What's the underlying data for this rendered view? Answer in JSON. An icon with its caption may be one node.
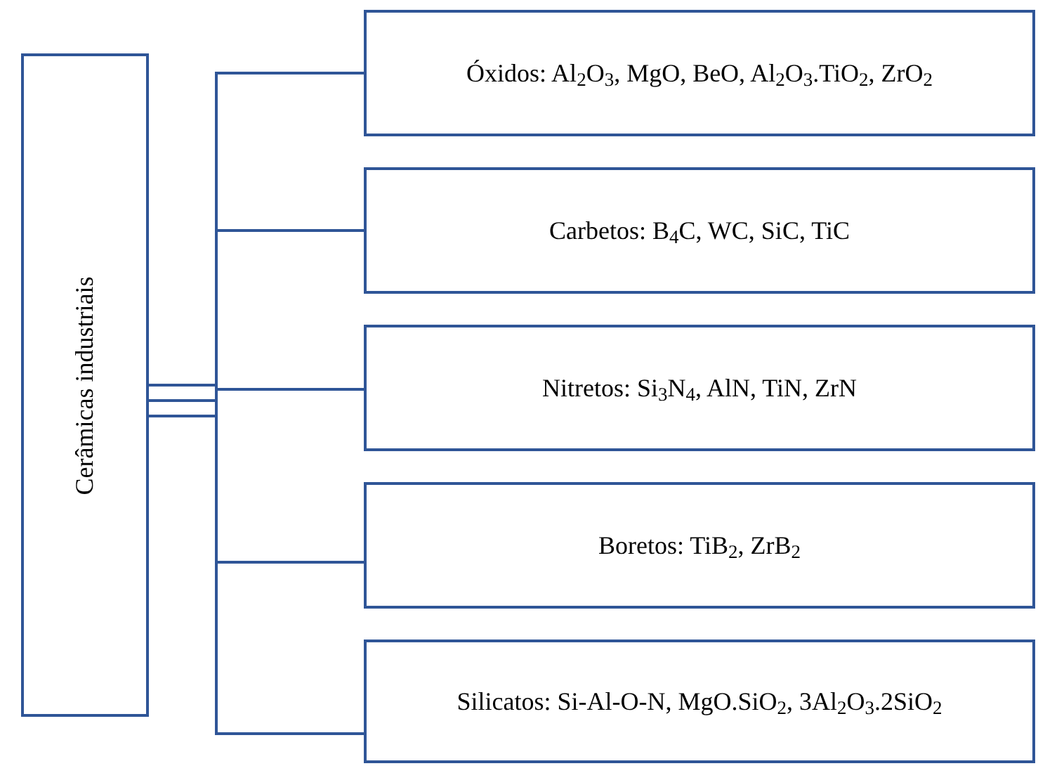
{
  "diagram": {
    "nodes": [
      {
        "text": [
          "Cerâmicas industriais"
        ]
      },
      {
        "text": [
          "Óxidos: Al$_{2}$O$_{3}$, MgO, BeO, Al$_{2}$O$_{3}$.TiO$_{2}$, ZrO$_{2}$"
        ]
      },
      {
        "text": [
          "Carbetos: B$_{4}$C, WC, SiC, TiC"
        ]
      },
      {
        "text": [
          "Nitretos: Si$_{3}$N$_{4}$, AlN, TiN, ZrN"
        ]
      },
      {
        "text": [
          "Boretos: TiB$_{2}$, ZrB$_{2}$"
        ]
      },
      {
        "text": [
          "Silicatos: Si-Al-O-N, MgO.SiO$_{2}$, 3Al$_{2}$O$_{3}$.2SiO$_{2}$"
        ]
      }
    ],
    "edges": [
      {
        "from": 0,
        "to": 1,
        "arrow": "none"
      },
      {
        "from": 0,
        "to": 2,
        "arrow": "none"
      },
      {
        "from": 0,
        "to": 3,
        "arrow": "none"
      },
      {
        "from": 0,
        "to": 4,
        "arrow": "none"
      },
      {
        "from": 0,
        "to": 5,
        "arrow": "none"
      }
    ]
  }
}
